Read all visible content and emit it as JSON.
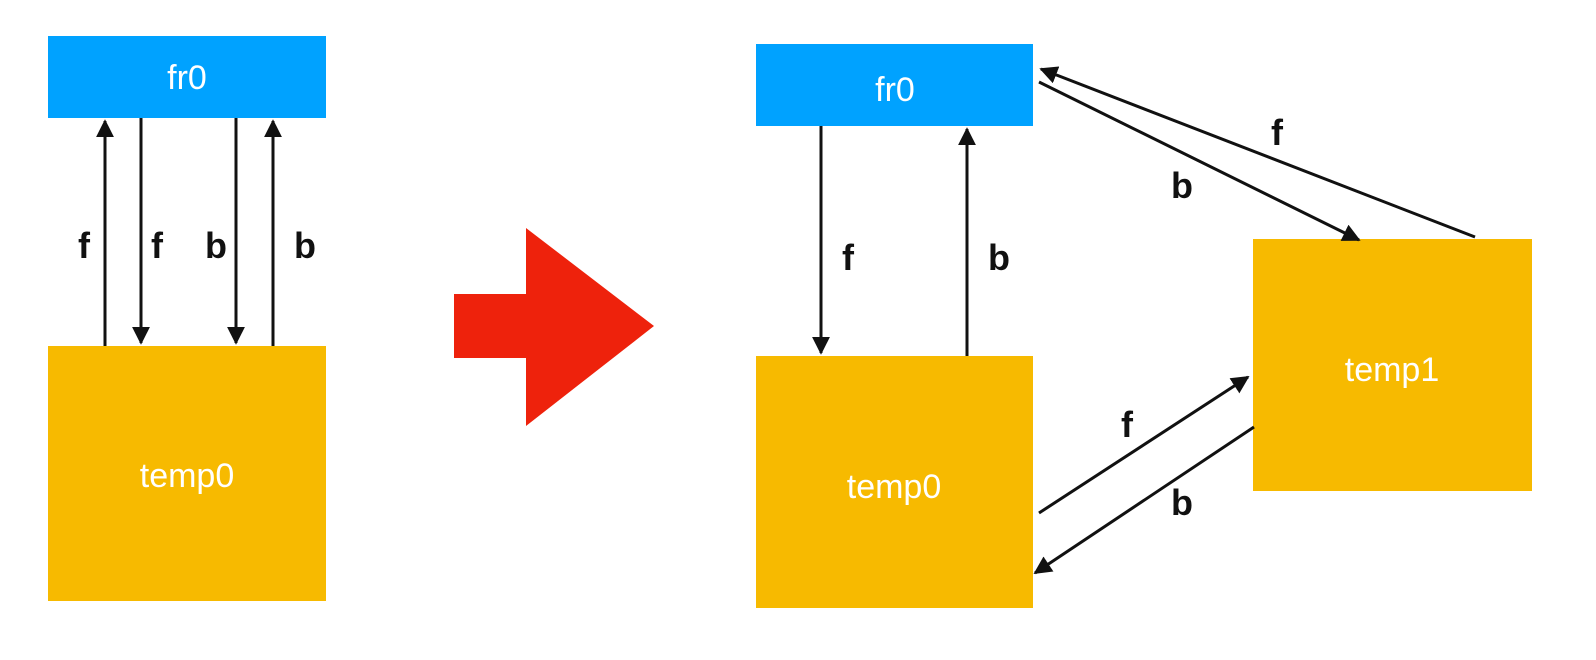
{
  "colors": {
    "frame": "#00A2FF",
    "temp": "#F7BA00",
    "arrow": "#EE220C",
    "edge": "#111111",
    "box_text": "#ffffff"
  },
  "before": {
    "fr0": {
      "label": "fr0"
    },
    "temp0": {
      "label": "temp0"
    },
    "edges": [
      {
        "label": "f",
        "direction": "temp0-to-fr0"
      },
      {
        "label": "f",
        "direction": "fr0-to-temp0"
      },
      {
        "label": "b",
        "direction": "fr0-to-temp0"
      },
      {
        "label": "b",
        "direction": "temp0-to-fr0"
      }
    ]
  },
  "transition_arrow": {
    "icon": "right-arrow-icon"
  },
  "after": {
    "fr0": {
      "label": "fr0"
    },
    "temp0": {
      "label": "temp0"
    },
    "temp1": {
      "label": "temp1"
    },
    "edges": [
      {
        "label": "f",
        "direction": "fr0-to-temp0"
      },
      {
        "label": "b",
        "direction": "temp0-to-fr0"
      },
      {
        "label": "b",
        "direction": "fr0-to-temp1"
      },
      {
        "label": "f",
        "direction": "temp1-to-fr0"
      },
      {
        "label": "f",
        "direction": "temp0-to-temp1"
      },
      {
        "label": "b",
        "direction": "temp1-to-temp0"
      }
    ]
  }
}
